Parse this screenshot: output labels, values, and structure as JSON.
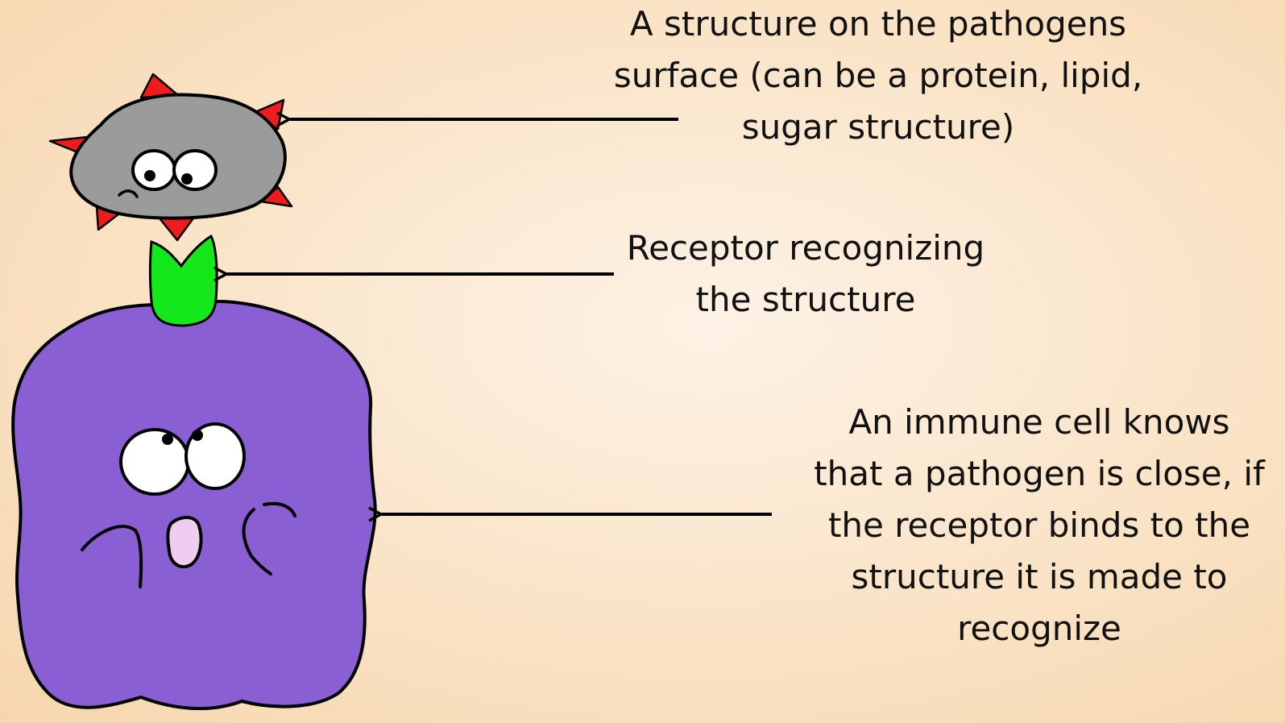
{
  "labels": {
    "pathogen_structure": [
      "A structure on the pathogens",
      "surface (can be a protein, lipid,",
      "sugar structure)"
    ],
    "receptor": [
      "Receptor recognizing",
      "the structure"
    ],
    "immune_cell": [
      "An immune cell knows",
      "that a pathogen is close, if",
      "the receptor binds to the",
      "structure it is made to",
      "recognize"
    ]
  },
  "colors": {
    "pathogen_body": "#9b9b9b",
    "pathogen_spikes": "#ee1c1c",
    "receptor": "#14e81a",
    "immune_cell": "#8a5fd4",
    "mouth": "#f0cdf0",
    "arrows": "#000000"
  }
}
